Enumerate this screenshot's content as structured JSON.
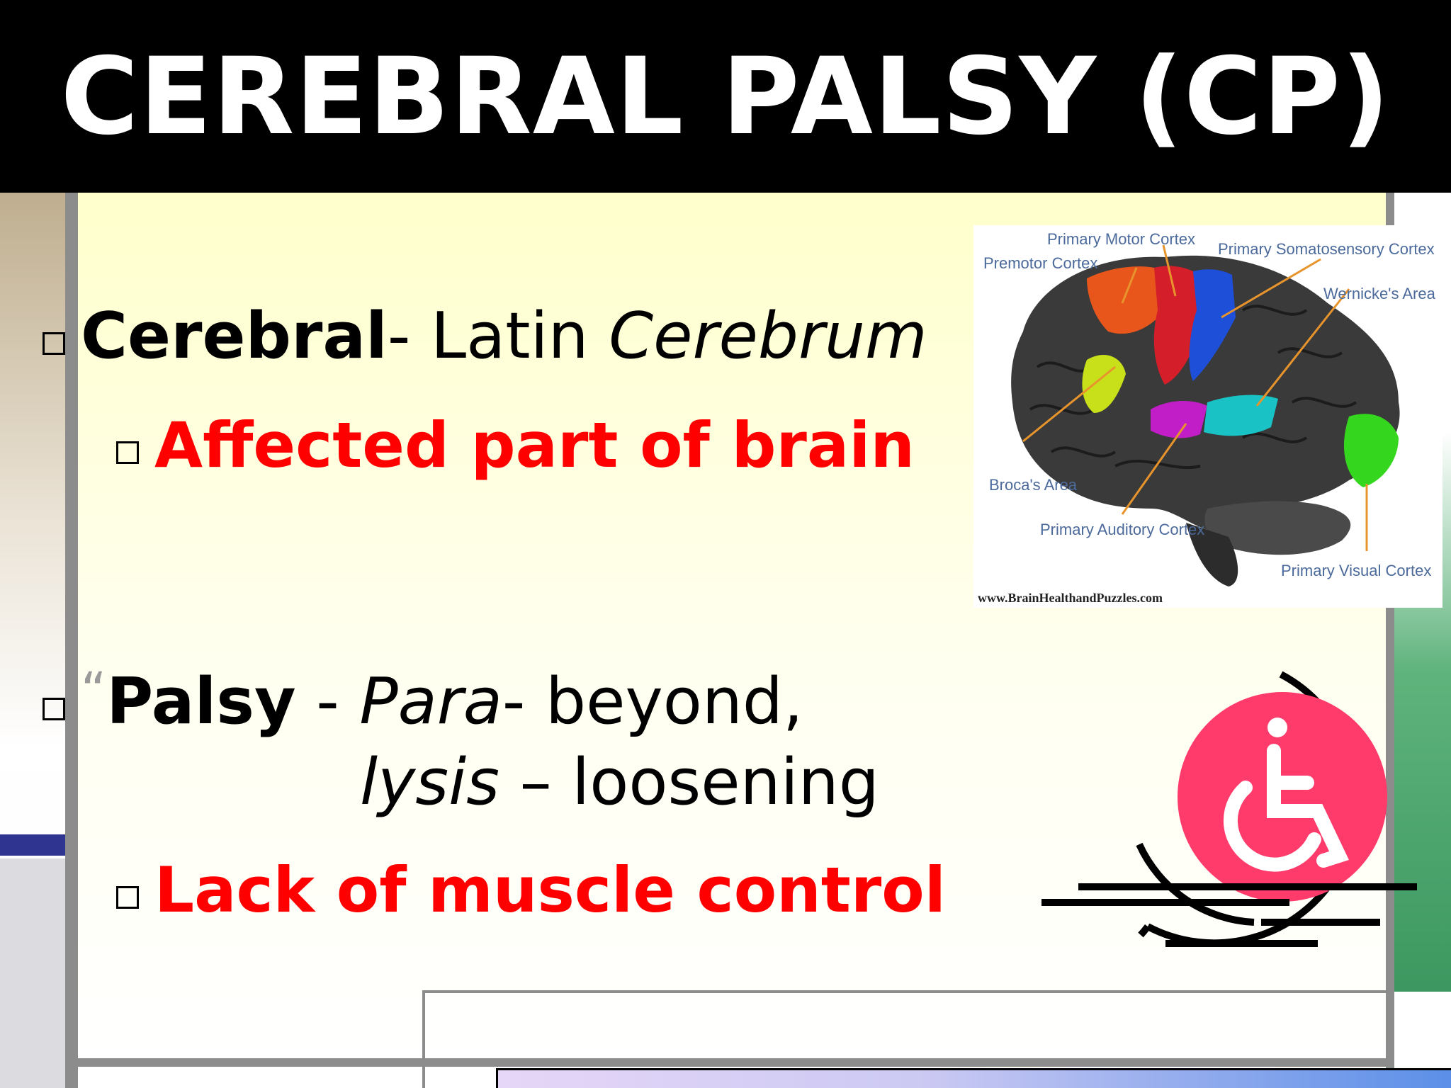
{
  "slide": {
    "title": "CEREBRAL PALSY (CP)",
    "bullets": {
      "cerebral": {
        "term": "Cerebral",
        "sep": "-  Latin ",
        "latin": "Cerebrum",
        "sub": "Affected part of brain"
      },
      "palsy": {
        "open_quote": "“",
        "term": "Palsy",
        "sep": "  - ",
        "para": "Para",
        "para_meaning": "- beyond,",
        "lysis": "lysis",
        "lysis_meaning": " – loosening",
        "sub": "Lack of muscle control"
      }
    }
  },
  "brain_figure": {
    "labels": {
      "primary_motor": "Primary Motor Cortex",
      "premotor": "Premotor Cortex",
      "somatosensory": "Primary Somatosensory Cortex",
      "wernicke": "Wernicke's Area",
      "broca": "Broca's Area",
      "auditory": "Primary Auditory Cortex",
      "visual": "Primary Visual Cortex"
    },
    "source": "www.BrainHealthandPuzzles.com"
  },
  "colors": {
    "accent_red": "#ff0000",
    "wheelchair_pink": "#ff3b6b",
    "title_bar": "#000000"
  },
  "icons": {
    "bullet": "square-outline-bullet",
    "wheelchair": "wheelchair-icon"
  }
}
